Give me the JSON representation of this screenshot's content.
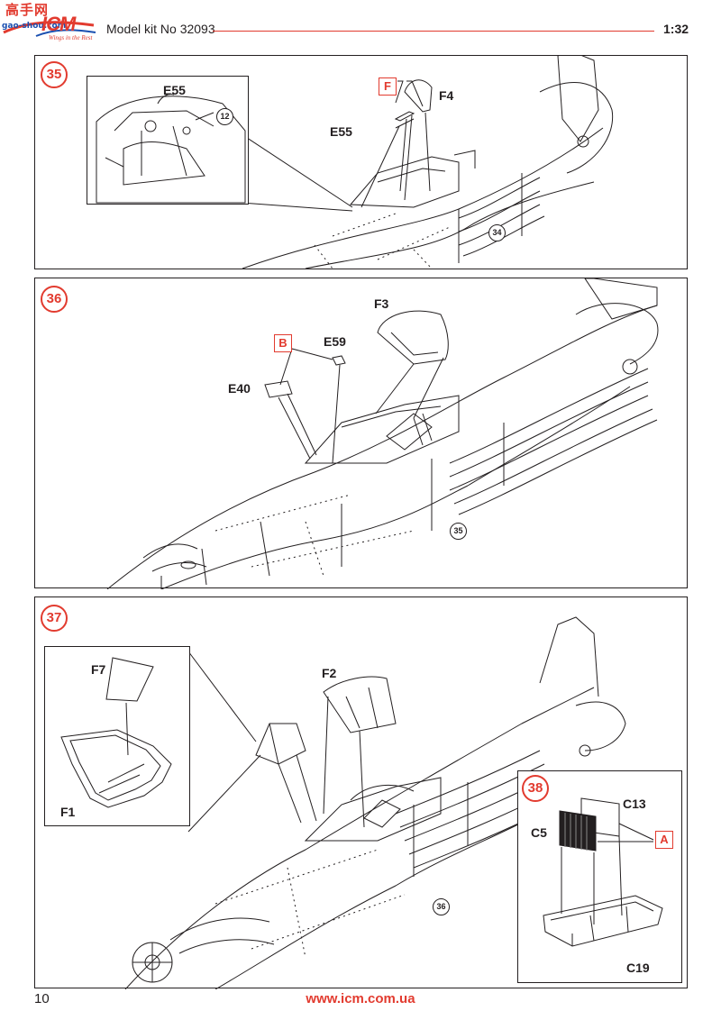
{
  "header": {
    "logo_cn": "高手网",
    "logo_site": "gao-shou.com",
    "logo_brand": "ICM",
    "logo_tagline": "Wings in the Rest",
    "model_title": "Model kit No 32093",
    "scale": "1:32"
  },
  "steps": [
    {
      "number": "35",
      "labels": {
        "e55_inset": "E55",
        "f": "F",
        "f4": "F4",
        "e55": "E55"
      },
      "refs": {
        "inset": "12",
        "fuselage": "34"
      }
    },
    {
      "number": "36",
      "labels": {
        "f3": "F3",
        "b": "B",
        "e59": "E59",
        "e40": "E40"
      },
      "refs": {
        "fuselage": "35"
      }
    },
    {
      "number": "37",
      "labels": {
        "f7": "F7",
        "f1": "F1",
        "f2": "F2"
      },
      "refs": {
        "fuselage": "36"
      }
    },
    {
      "number": "38",
      "labels": {
        "c13": "C13",
        "c5": "C5",
        "a": "A",
        "c19": "C19"
      }
    }
  ],
  "footer": {
    "page_number": "10",
    "website": "www.icm.com.ua"
  },
  "colors": {
    "accent": "#e23b2f",
    "ink": "#231f20"
  }
}
